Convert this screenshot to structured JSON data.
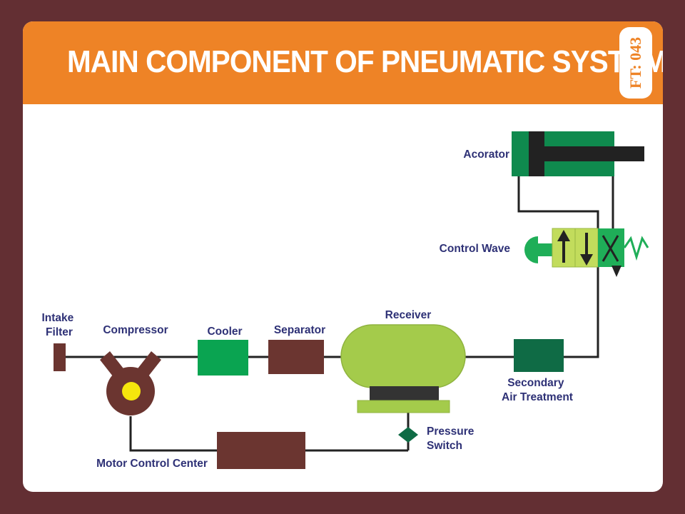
{
  "header": {
    "title": "MAIN COMPONENT OF PNEUMATIC SYSTEM",
    "badge": "FT: 043"
  },
  "labels": {
    "intake_filter": [
      "Intake",
      "Filter"
    ],
    "compressor": "Compressor",
    "cooler": "Cooler",
    "separator": "Separator",
    "receiver": "Receiver",
    "secondary_air_treatment": [
      "Secondary",
      "Air Treatment"
    ],
    "pressure_switch": [
      "Pressure",
      "Switch"
    ],
    "motor_control_center": "Motor Control Center",
    "control_wave": "Control Wave",
    "acorator": "Acorator"
  },
  "colors": {
    "background": "#632f33",
    "header": "#ee8326",
    "label_text": "#2e3176",
    "pipe": "#222222",
    "brown": "#6b3530",
    "cooler_green": "#0aa451",
    "receiver_lime": "#a4cb4b",
    "secondary_green": "#0f6b45",
    "valve_green": "#c2dc5c",
    "bright_green": "#1fae58",
    "indicator_yellow": "#f5e60d"
  }
}
